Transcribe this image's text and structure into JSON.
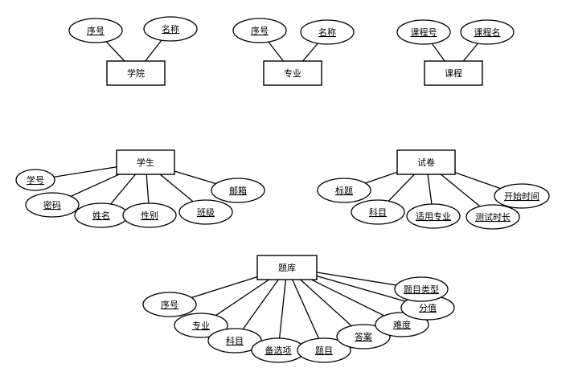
{
  "entities": [
    {
      "id": "college",
      "name": "学院",
      "attributes": [
        "序号",
        "名称"
      ]
    },
    {
      "id": "major",
      "name": "专业",
      "attributes": [
        "序号",
        "名称"
      ]
    },
    {
      "id": "course",
      "name": "课程",
      "attributes": [
        "课程号",
        "课程名"
      ]
    },
    {
      "id": "student",
      "name": "学生",
      "attributes": [
        "学号",
        "密码",
        "姓名",
        "性别",
        "班级",
        "邮箱"
      ]
    },
    {
      "id": "paper",
      "name": "试卷",
      "attributes": [
        "标题",
        "科目",
        "适用专业",
        "测试时长",
        "开始时间"
      ]
    },
    {
      "id": "bank",
      "name": "题库",
      "attributes": [
        "序号",
        "专业",
        "科目",
        "备选项",
        "题目",
        "答案",
        "难度",
        "分值",
        "题目类型"
      ]
    }
  ]
}
